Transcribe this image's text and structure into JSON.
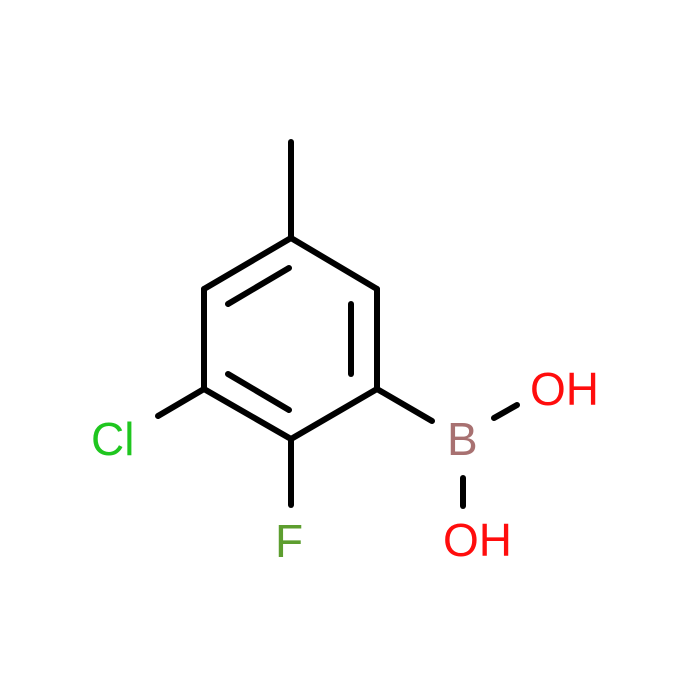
{
  "molecule": {
    "atoms": [
      {
        "id": "cl",
        "label": "Cl",
        "color": "#1fc61f"
      },
      {
        "id": "f",
        "label": "F",
        "color": "#5d9e2f"
      },
      {
        "id": "b",
        "label": "B",
        "color": "#a87171"
      },
      {
        "id": "o1",
        "label": "OH",
        "color": "#ff0d0d"
      },
      {
        "id": "o2",
        "label": "OH",
        "color": "#ff0d0d"
      }
    ],
    "bond_color": "#000000"
  }
}
